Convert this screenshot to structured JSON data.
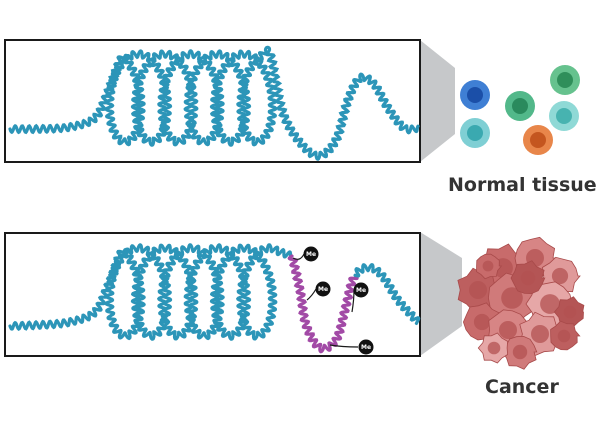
{
  "labels": {
    "normal": "Normal tissue",
    "cancer": "Cancer"
  },
  "methyl_tag": "Me",
  "colors": {
    "dna": "#2c95b8",
    "methylated_dna": "#a24aa6",
    "cancer_cell": "#d97c7c",
    "cancer_nucleus": "#b35252"
  },
  "normal_cells": [
    {
      "fill": "#3f7fd4",
      "nucleus": "#1b4fa8"
    },
    {
      "fill": "#7fcfd4",
      "nucleus": "#3aa9b0"
    },
    {
      "fill": "#52b88a",
      "nucleus": "#2a8a5d"
    },
    {
      "fill": "#66c28e",
      "nucleus": "#2f8f5a"
    },
    {
      "fill": "#8fd9d6",
      "nucleus": "#47b3b0"
    },
    {
      "fill": "#e8864a",
      "nucleus": "#c4561f"
    }
  ]
}
